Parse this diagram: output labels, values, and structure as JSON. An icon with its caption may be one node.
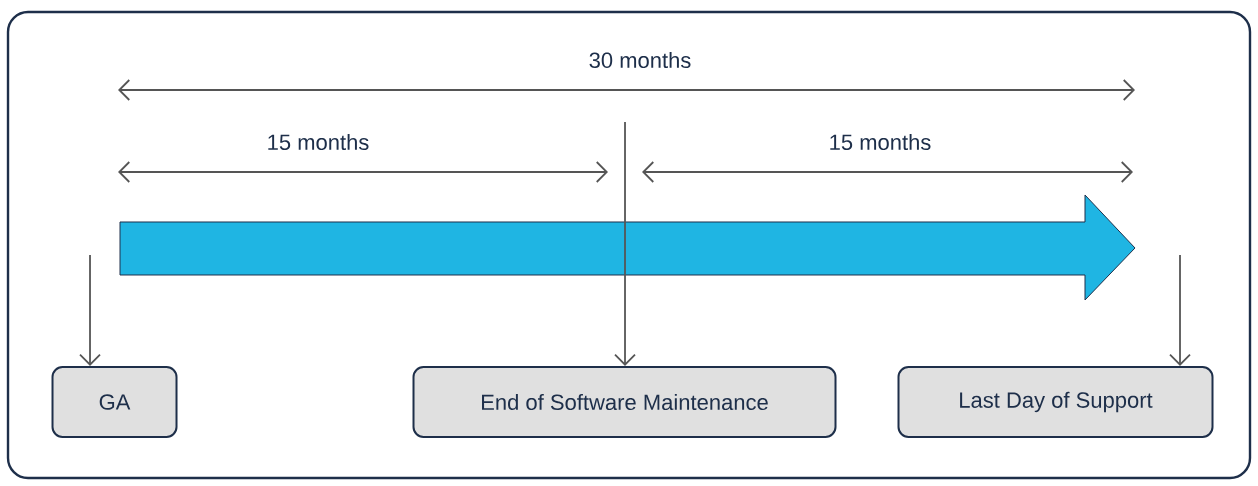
{
  "diagram": {
    "nodes": [
      {
        "text": [
          "GA"
        ]
      },
      {
        "text": [
          "End of Software Maintenance"
        ]
      },
      {
        "text": [
          "Last Day of Support"
        ]
      }
    ],
    "edges": [
      {
        "from": null,
        "to": 0,
        "arrow": "to"
      },
      {
        "from": null,
        "to": 1,
        "arrow": "to"
      },
      {
        "from": null,
        "to": 2,
        "arrow": "to"
      }
    ],
    "labels": [
      "30 months",
      "15 months",
      "15 months"
    ]
  }
}
